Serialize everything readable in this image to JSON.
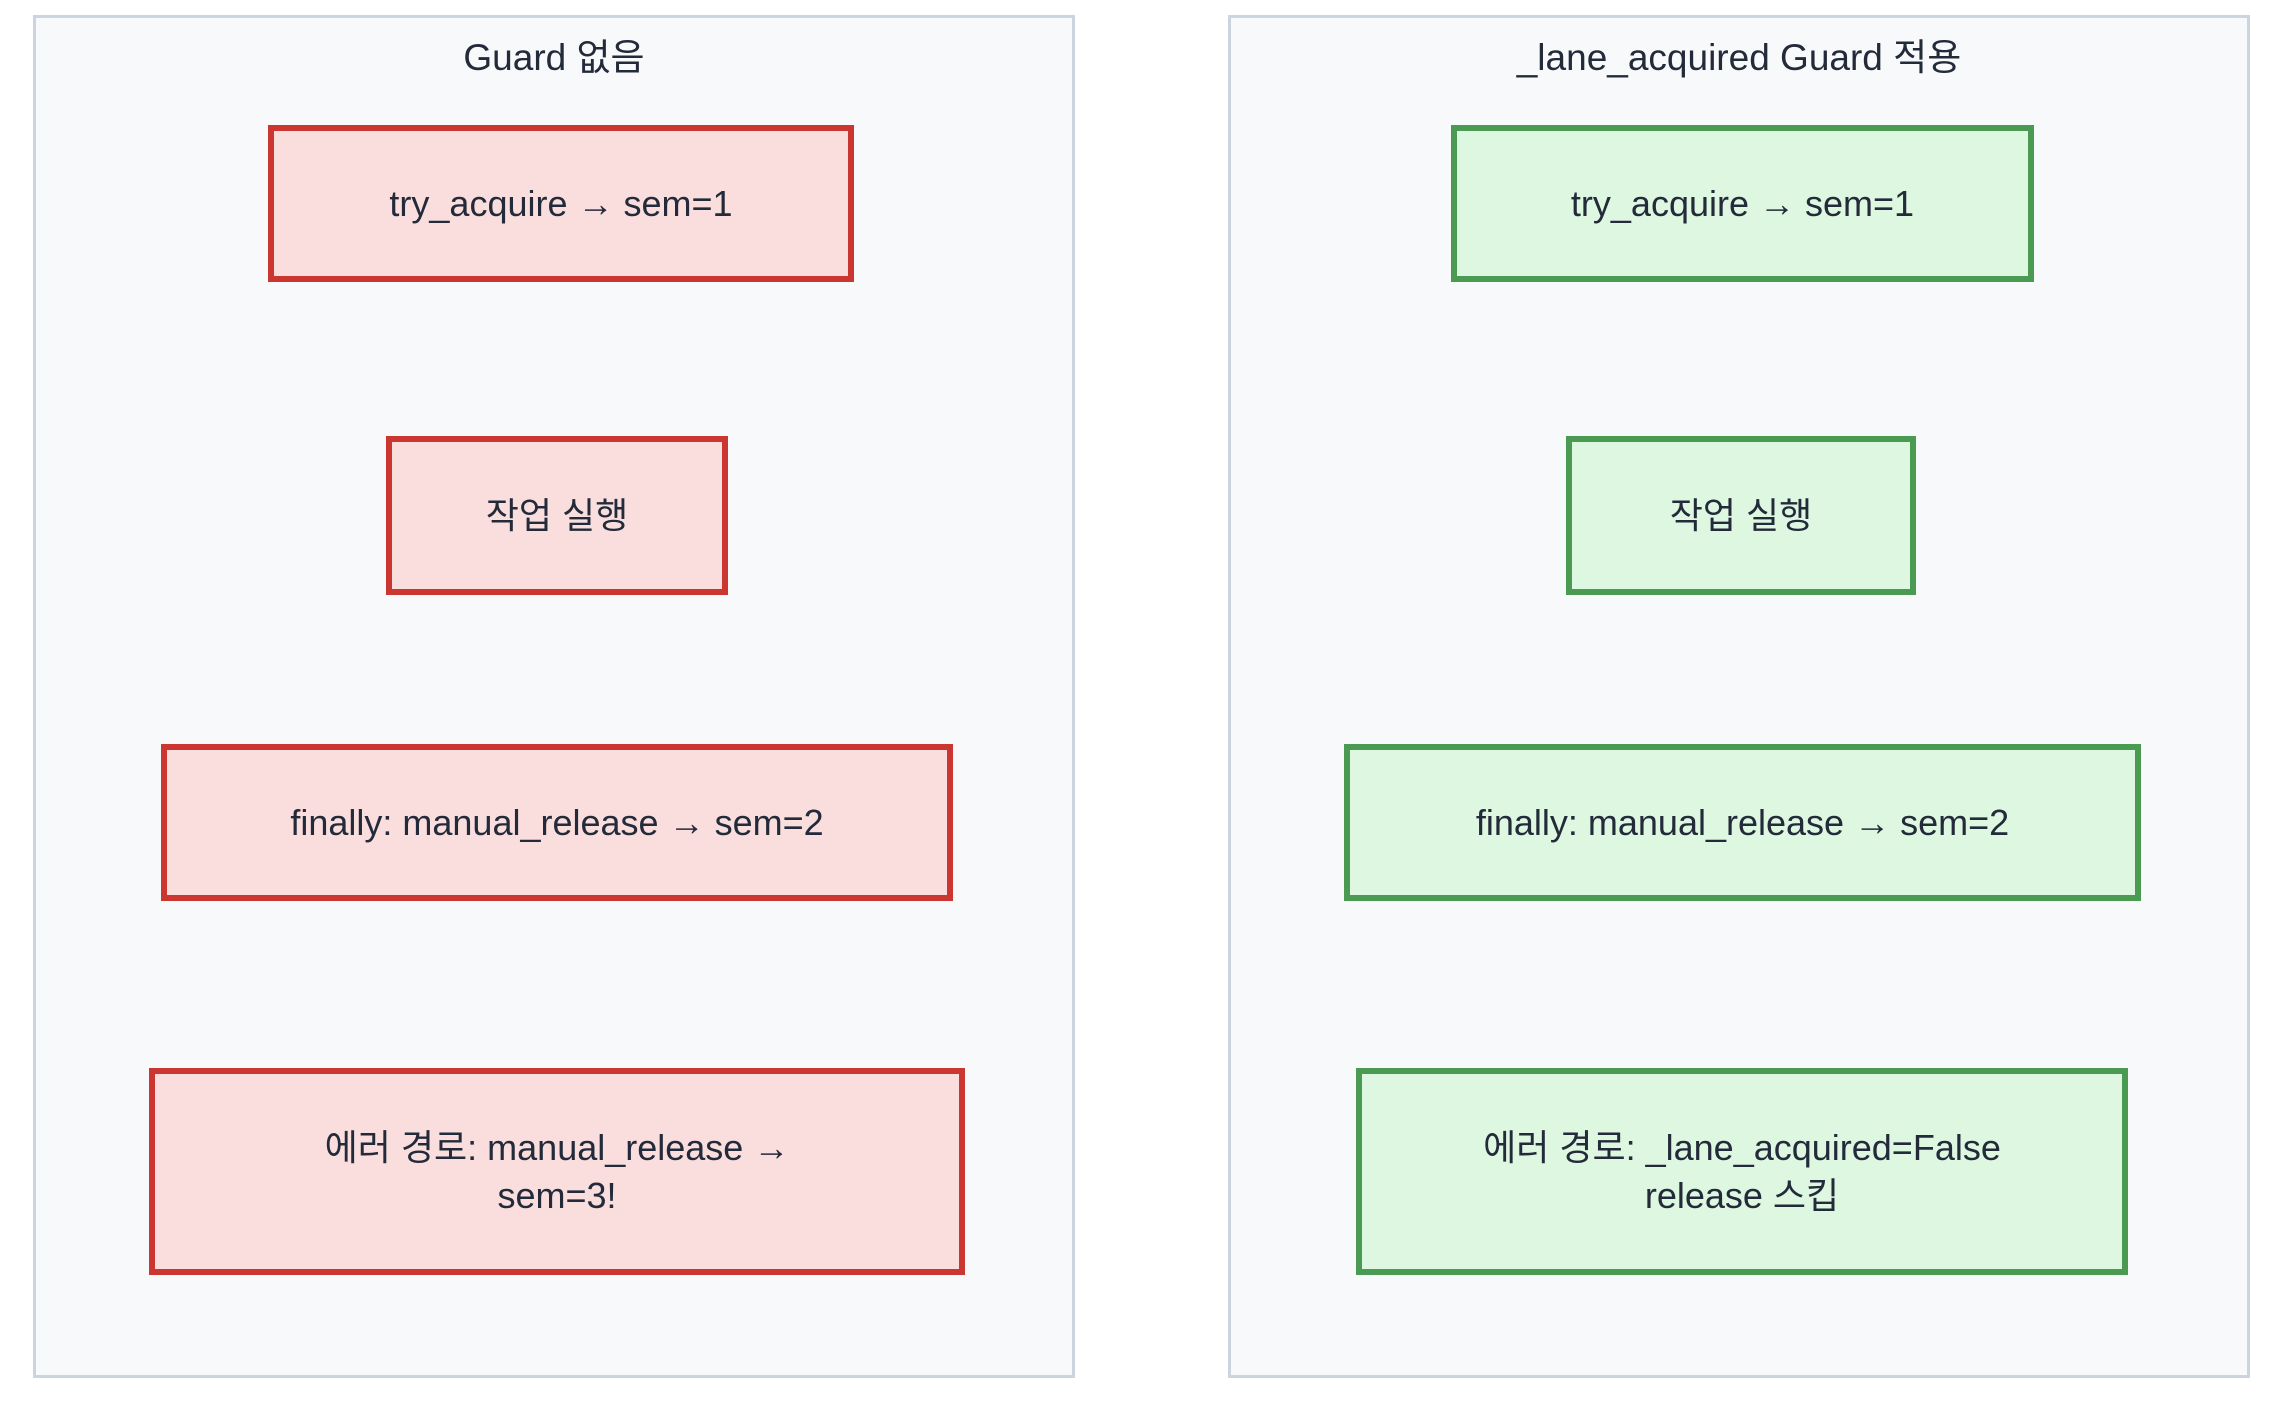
{
  "diagram": {
    "background_color": "#ffffff",
    "panel_background": "#f8f9fb",
    "panel_border_color": "#ccd4e0",
    "text_color": "#232a3a",
    "red_border_color": "#cc3630",
    "red_fill_color": "#f9dedd",
    "green_border_color": "#4a9a52",
    "green_fill_color": "#ddf7e0"
  },
  "panels": [
    {
      "id": "left",
      "title": "Guard 없음",
      "theme": "red",
      "nodes": [
        {
          "id": "l1",
          "label": "try_acquire → sem=1"
        },
        {
          "id": "l2",
          "label": "작업 실행"
        },
        {
          "id": "l3",
          "label": "finally: manual_release → sem=2"
        },
        {
          "id": "l4",
          "label": "에러 경로: manual_release →\nsem=3!"
        }
      ]
    },
    {
      "id": "right",
      "title": "_lane_acquired Guard 적용",
      "theme": "green",
      "nodes": [
        {
          "id": "r1",
          "label": "try_acquire → sem=1"
        },
        {
          "id": "r2",
          "label": "작업 실행"
        },
        {
          "id": "r3",
          "label": "finally: manual_release → sem=2"
        },
        {
          "id": "r4",
          "label": "에러 경로: _lane_acquired=False\nrelease 스킵"
        }
      ]
    }
  ]
}
